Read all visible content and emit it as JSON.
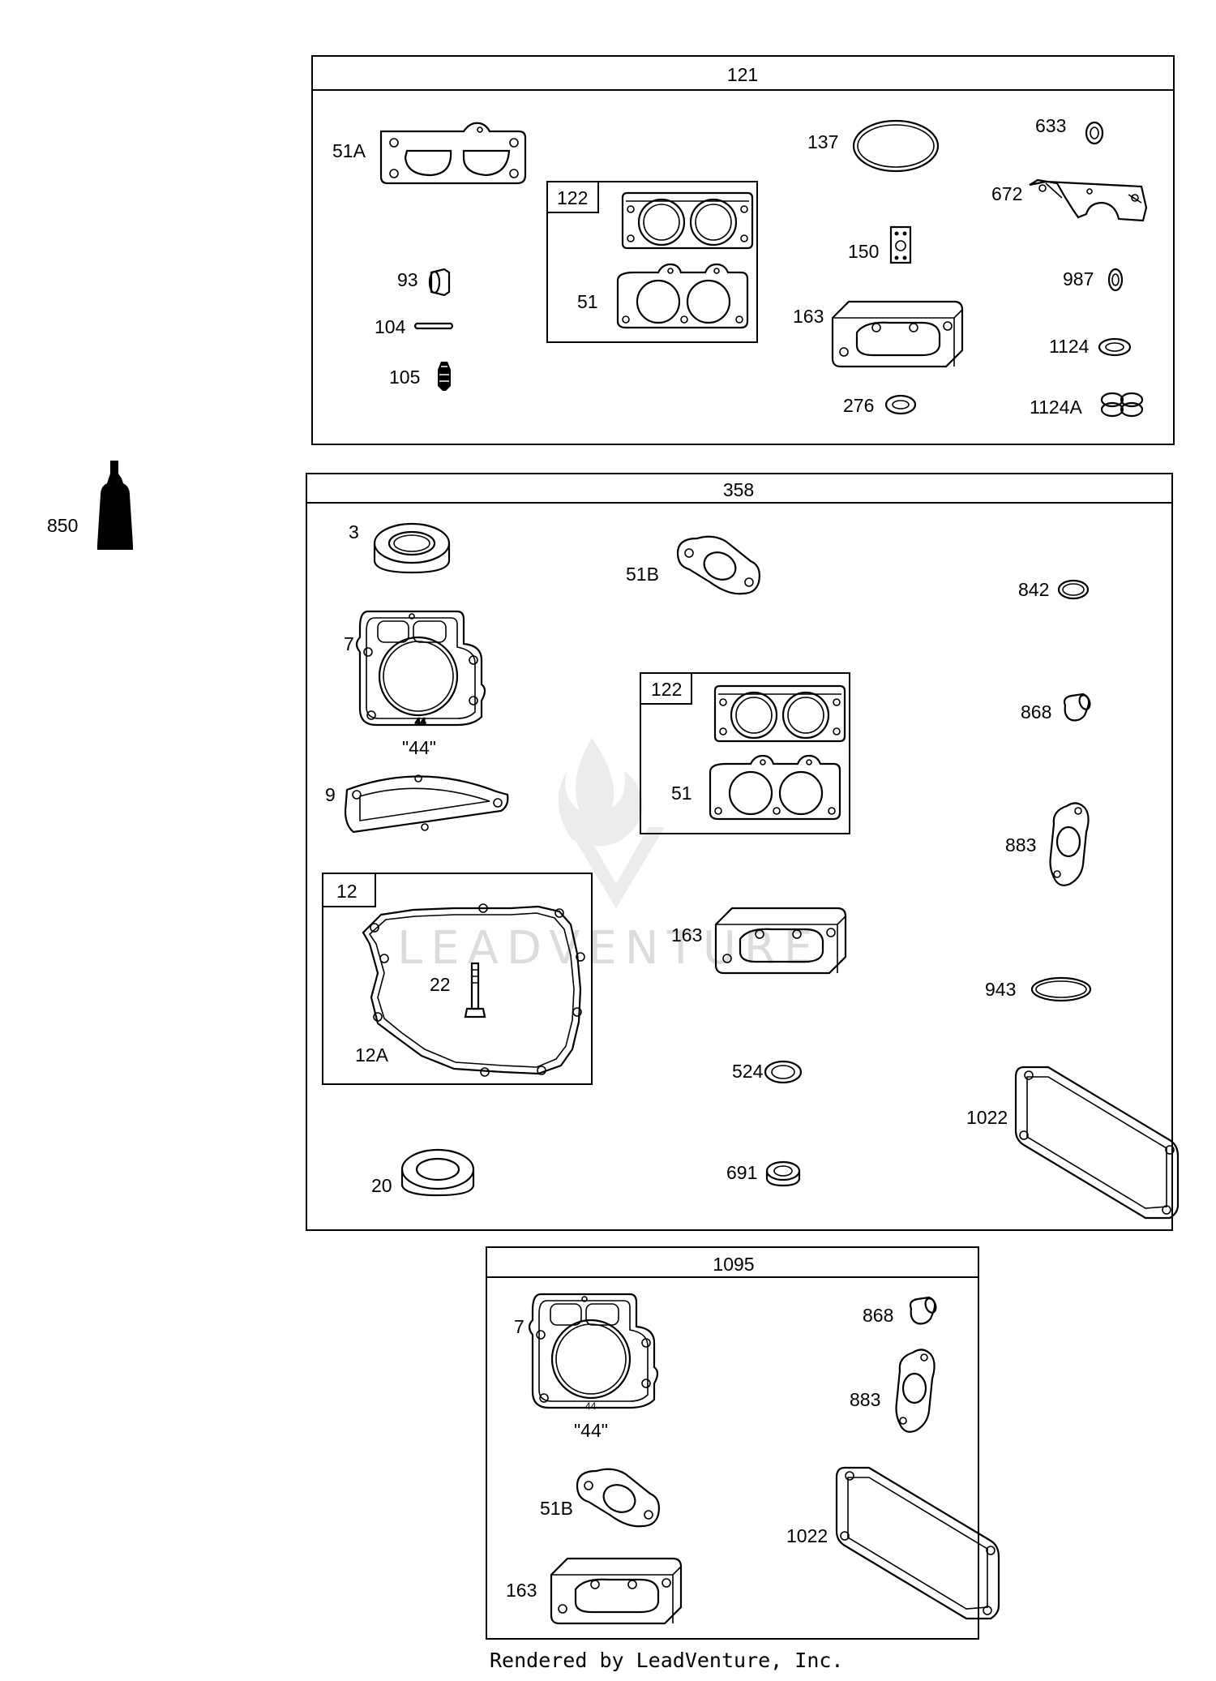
{
  "kits": [
    {
      "id": "121",
      "title": "121"
    },
    {
      "id": "358",
      "title": "358"
    },
    {
      "id": "1095",
      "title": "1095"
    }
  ],
  "subkits": {
    "k121_122": "122",
    "k358_122": "122",
    "k358_12": "12"
  },
  "parts": {
    "k121": {
      "p51A": "51A",
      "p122_51": "51",
      "p93": "93",
      "p104": "104",
      "p105": "105",
      "p137": "137",
      "p150": "150",
      "p163": "163",
      "p276": "276",
      "p633": "633",
      "p672": "672",
      "p987": "987",
      "p1124": "1124",
      "p1124A": "1124A"
    },
    "standalone": {
      "p850": "850"
    },
    "k358": {
      "p3": "3",
      "p7": "7",
      "p7mark": "\"44\"",
      "p9": "9",
      "p12A": "12A",
      "p22": "22",
      "p20": "20",
      "p51B": "51B",
      "p122_51": "51",
      "p163": "163",
      "p524": "524",
      "p691": "691",
      "p842": "842",
      "p868": "868",
      "p883": "883",
      "p943": "943",
      "p1022": "1022"
    },
    "k1095": {
      "p7": "7",
      "p7mark": "\"44\"",
      "p51B": "51B",
      "p163": "163",
      "p868": "868",
      "p883": "883",
      "p1022": "1022"
    }
  },
  "watermark": "LEADVENTURE",
  "footer": "Rendered by LeadVenture, Inc."
}
